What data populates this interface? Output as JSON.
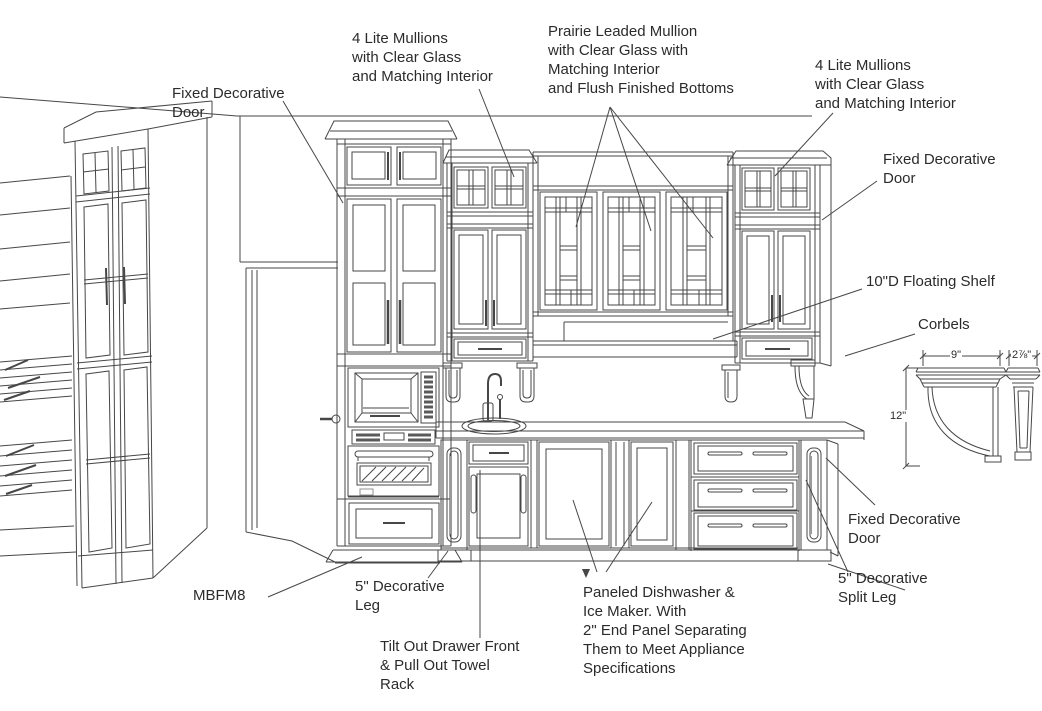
{
  "drawing": {
    "type": "kitchen-cabinet-elevation",
    "colors": {
      "background": "#ffffff",
      "line": "#474747",
      "text": "#2b2b2b"
    },
    "annotations": {
      "fixed_door_top_left": "Fixed Decorative\nDoor",
      "four_lite_left": "4 Lite Mullions\nwith Clear Glass\nand Matching Interior",
      "prairie": "Prairie Leaded Mullion\nwith Clear Glass with\nMatching Interior\nand Flush Finished Bottoms",
      "four_lite_right": "4 Lite Mullions\nwith Clear Glass\nand Matching Interior",
      "fixed_door_top_right": "Fixed Decorative\nDoor",
      "floating_shelf": "10\"D Floating Shelf",
      "corbels": "Corbels",
      "fixed_door_bottom_right": "Fixed Decorative\nDoor",
      "split_leg": "5\" Decorative\nSplit Leg",
      "mbfm8": "MBFM8",
      "decorative_leg": "5\" Decorative\nLeg",
      "tilt_out": "Tilt Out Drawer Front\n& Pull Out Towel\nRack",
      "dishwasher": "Paneled Dishwasher &\nIce Maker. With\n2\" End Panel Separating\nThem to Meet Appliance\nSpecifications"
    },
    "corbel_detail_dims": {
      "width": "9\"",
      "depth": "2⅞\"",
      "height": "12\""
    }
  }
}
